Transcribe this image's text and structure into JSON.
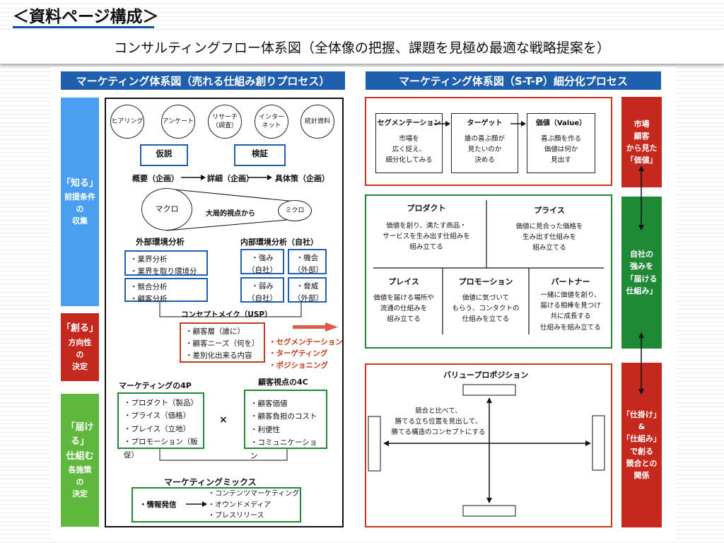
{
  "header": {
    "title": "＜資料ページ構成＞",
    "subtitle": "コンサルティングフロー体系図（全体像の把握、課題を見極め最適な戦略提案を）"
  },
  "left": {
    "banner": "マーケティング体系図（売れる仕組み創りプロセス）",
    "side_know": {
      "big": "「知る」",
      "lines": [
        "前提条件",
        "の",
        "収集"
      ],
      "color": "#4a9ff0"
    },
    "side_create": {
      "big": "「創る」",
      "lines": [
        "方向性",
        "の",
        "決定"
      ],
      "color": "#c5281c"
    },
    "side_deliver": {
      "big": "「届ける」",
      "line1": "仕組む",
      "lines": [
        "各施策",
        "の",
        "決定"
      ],
      "color": "#5fb83d"
    },
    "circles": [
      "ヒアリング",
      "アンケート",
      "リサーチ\n（調査）",
      "インター\nネット",
      "統計資料"
    ],
    "hypothesis": "仮説",
    "verification": "検証",
    "flow": [
      "概要（企画）",
      "詳細（企画）",
      "具体策（企画）"
    ],
    "macro": "マクロ",
    "perspective": "大局的視点から",
    "micro": "ミクロ",
    "external_title": "外部環境分析",
    "external_box1": [
      "・業界分析",
      "・業界を取り環境分析"
    ],
    "external_box2": [
      "・競合分析",
      "・顧客分析"
    ],
    "internal_title": "内部環境分析（自社）",
    "internal_strength": [
      "・強み",
      "（自社）"
    ],
    "internal_opportunity": [
      "・機会",
      "（外部）"
    ],
    "internal_weakness": [
      "・弱み",
      "（自社）"
    ],
    "internal_threat": [
      "・脅威",
      "（外部）"
    ],
    "usp_title": "コンセプトメイク（USP）",
    "usp_items": [
      "・顧客層（誰に）",
      "・顧客ニーズ（何を）",
      "・差別化出来る内容"
    ],
    "stp_items": [
      "・セグメンテーション",
      "・ターゲティング",
      "・ポジショニング"
    ],
    "mk4p_title": "マーケティングの4P",
    "mk4p_items": [
      "・プロダクト（製品）",
      "・プライス（価格）",
      "・プレイス（立地）",
      "・プロモーション（販促）"
    ],
    "times": "×",
    "c4_title": "顧客視点の4C",
    "c4_items": [
      "・顧客価値",
      "・顧客負担のコスト",
      "・利便性",
      "・コミュニケーション"
    ],
    "mix_title": "マーケティングミックス",
    "info_label": "・情報発信",
    "info_items": [
      "・コンテンツマーケティング",
      "・オウンドメディア",
      "・プレスリリース"
    ]
  },
  "right": {
    "banner": "マーケティング体系図（S-T-P）細分化プロセス",
    "stp_boxes": [
      {
        "title": "セグメンテーション",
        "lines": [
          "市場を",
          "広く捉え、",
          "細分化してみる"
        ]
      },
      {
        "title": "ターゲット",
        "lines": [
          "誰の喜ぶ顔が",
          "見たいのか",
          "決める"
        ]
      },
      {
        "title": "価値（Value）",
        "lines": [
          "喜ぶ顔を作る",
          "価値は何か",
          "見出す"
        ]
      }
    ],
    "product": {
      "title": "プロダクト",
      "lines": [
        "価値を創り、満たす商品・",
        "サービスを生み出す仕組みを",
        "組み立てる"
      ]
    },
    "price": {
      "title": "プライス",
      "lines": [
        "価値に見合った価格を",
        "生み出す仕組みを",
        "組み立てる"
      ]
    },
    "place": {
      "title": "プレイス",
      "lines": [
        "価値を届ける場所や",
        "流通の仕組みを",
        "組み立てる"
      ]
    },
    "promotion": {
      "title": "プロモーション",
      "lines": [
        "価値に気づいて",
        "もらう、コンタクトの",
        "仕組みを立てる"
      ]
    },
    "partner": {
      "title": "パートナー",
      "lines": [
        "一緒に価値を創り、",
        "届ける相棒を見つけ",
        "共に成長する",
        "仕組みを組み立てる"
      ]
    },
    "vp_title": "バリュープロポジション",
    "vp_text": [
      "競合と比べて、",
      "勝てる立ち位置を見出して、",
      "勝てる構造のコンセプトにする"
    ],
    "side_market": {
      "lines": [
        "市場",
        "顧客",
        "から見た",
        "「価値」"
      ],
      "color": "#c5281c"
    },
    "side_strength": {
      "lines": [
        "自社の",
        "強みを",
        "「届ける",
        "仕組み」"
      ],
      "color": "#1f8a35"
    },
    "side_compete": {
      "lines": [
        "「仕掛け」",
        "&",
        "「仕組み」",
        "で創る",
        "競合との",
        "関係"
      ],
      "color": "#c5281c"
    }
  }
}
